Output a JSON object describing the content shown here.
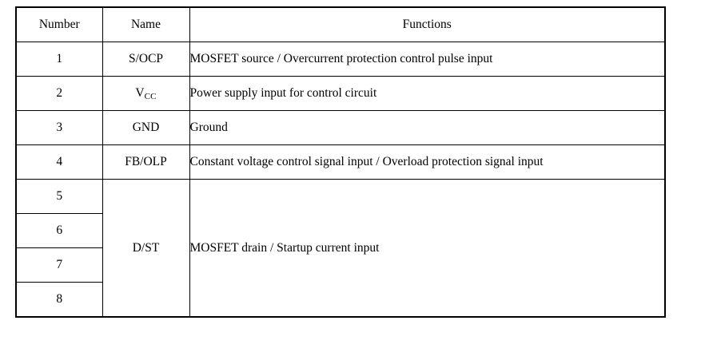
{
  "table": {
    "headers": {
      "number": "Number",
      "name": "Name",
      "functions": "Functions"
    },
    "rows": [
      {
        "number": "1",
        "name": "S/OCP",
        "name_plain": "S/OCP",
        "function": "MOSFET source / Overcurrent protection control pulse input"
      },
      {
        "number": "2",
        "name": "V",
        "name_sub": "CC",
        "name_plain": "VCC",
        "function": "Power supply input for control circuit"
      },
      {
        "number": "3",
        "name": "GND",
        "name_plain": "GND",
        "function": "Ground"
      },
      {
        "number": "4",
        "name": "FB/OLP",
        "name_plain": "FB/OLP",
        "function": "Constant voltage control signal input / Overload protection signal input"
      },
      {
        "number": "5",
        "name": "D/ST",
        "name_plain": "D/ST",
        "function": "MOSFET drain / Startup current input",
        "merged": true,
        "rowspan": 4
      },
      {
        "number": "6",
        "merged_continuation": true
      },
      {
        "number": "7",
        "merged_continuation": true
      },
      {
        "number": "8",
        "merged_continuation": true
      }
    ]
  },
  "colors": {
    "border": "#000000",
    "text": "#000000",
    "background": "#ffffff"
  }
}
